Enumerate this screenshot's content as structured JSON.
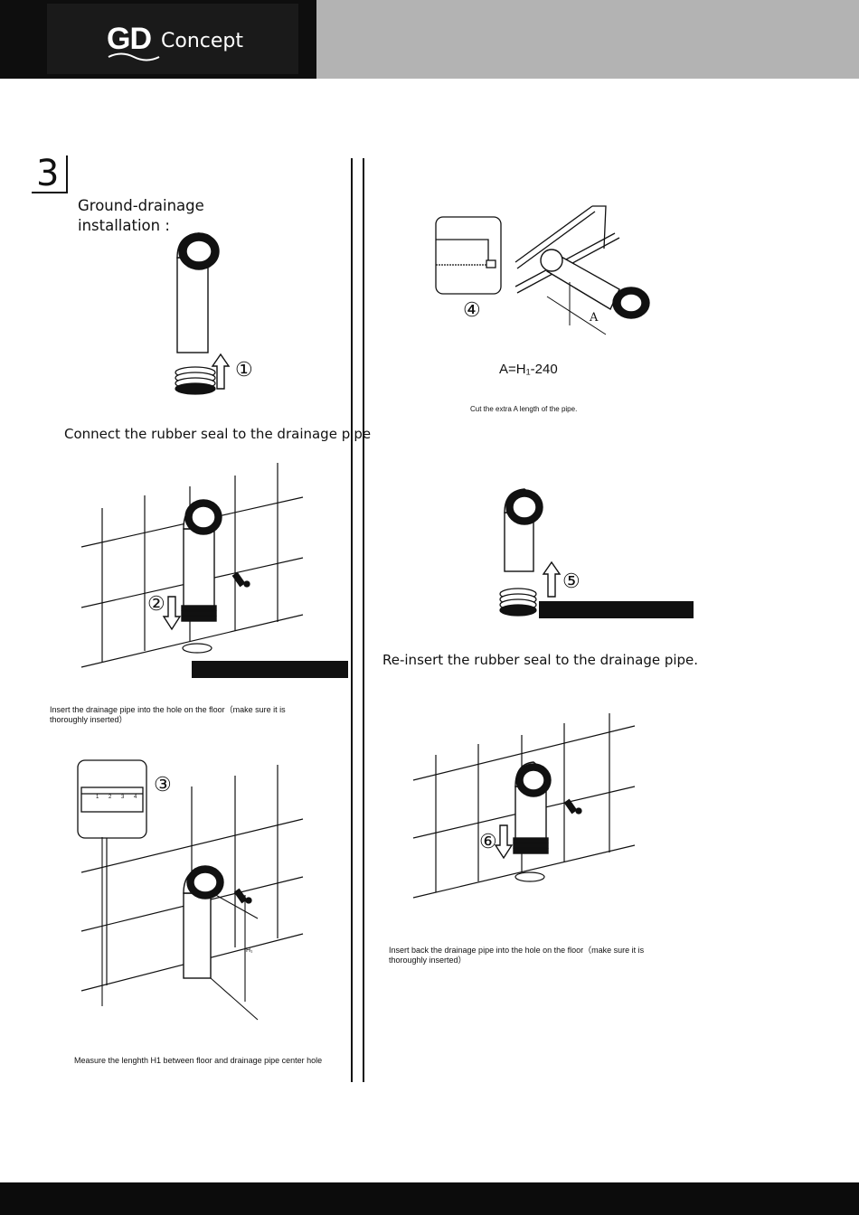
{
  "header": {
    "brand_gd": "GD",
    "brand_concept": "Concept"
  },
  "section": {
    "number": "3",
    "title_line1": "Ground-drainage",
    "title_line2": "installation :"
  },
  "steps": {
    "s1": {
      "marker": "①",
      "caption": "Connect the rubber seal to the drainage pipe"
    },
    "s2": {
      "marker": "②",
      "caption": "Insert the drainage pipe into the hole on the floor（make sure it is thoroughly inserted）"
    },
    "s3": {
      "marker": "③",
      "caption": "Measure the lenghth H1 between floor and drainage pipe center hole",
      "ruler_ticks": [
        "1",
        "2",
        "3",
        "4"
      ],
      "dim_label": "H₁"
    },
    "s4": {
      "marker": "④",
      "formula": "A=H₁-240",
      "dim_label": "A",
      "caption": "Cut the extra A length of the pipe."
    },
    "s5": {
      "marker": "⑤",
      "caption": "Re-insert the rubber seal to the drainage pipe."
    },
    "s6": {
      "marker": "⑥",
      "caption": "Insert back the drainage pipe into the hole on the floor（make sure it is thoroughly inserted）"
    }
  },
  "colors": {
    "header_dark": "#0e0e0e",
    "header_gray": "#b3b3b3",
    "footer": "#0c0c0c",
    "ink": "#111111"
  }
}
